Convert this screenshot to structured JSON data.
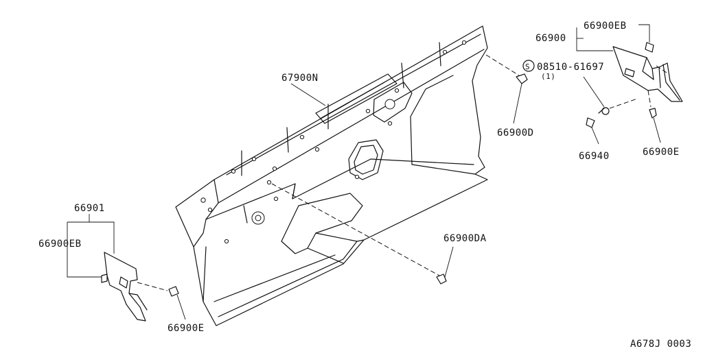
{
  "diagram": {
    "drawing_code": "A678J 0003",
    "parts": {
      "insulator_main": "67900N",
      "insulator_rh_assembly": "66900",
      "insulator_rh_eb": "66900EB",
      "screw_part": "08510-61697",
      "screw_qty": "(1)",
      "clip_d": "66900D",
      "clip_66940": "66940",
      "clip_e_right": "66900E",
      "clip_da": "66900DA",
      "insulator_lh_assembly": "66901",
      "insulator_lh_eb": "66900EB",
      "clip_e_left": "66900E"
    },
    "symbols": {
      "screw_symbol_letter": "S"
    }
  }
}
